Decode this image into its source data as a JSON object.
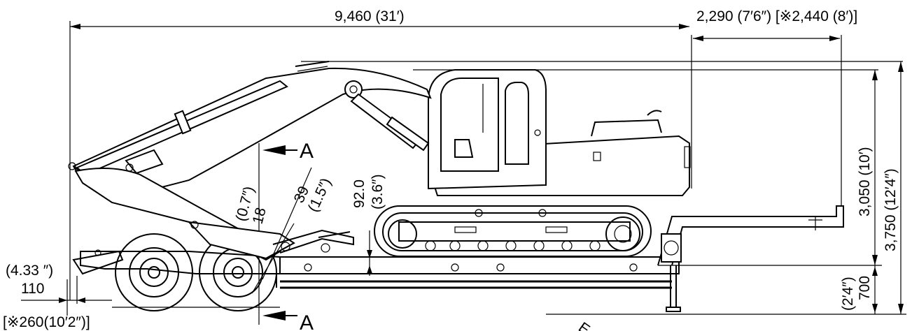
{
  "dimensions": {
    "overall_length": "9,460 (31′)",
    "overall_width": "2,290 (7′6″) [※2,440 (8′)]",
    "machine_height": "3,050 (10′)",
    "total_height": "3,750 (12′4″)",
    "bed_height_mm": "700",
    "bed_height_ft": "(2′4″)",
    "rear_overhang_mm": "110",
    "rear_overhang_in": "(4.33 ″)",
    "rear_overhang_alt": "[※260(10′2″)]",
    "clearance_mm": "92.0",
    "clearance_in": "(3.6″)",
    "angle_a": "39",
    "angle_a_in": "(1.5″)",
    "angle_b": "18",
    "angle_b_in": "(0.7″)"
  },
  "section_marker": "A",
  "partial_text": "E"
}
